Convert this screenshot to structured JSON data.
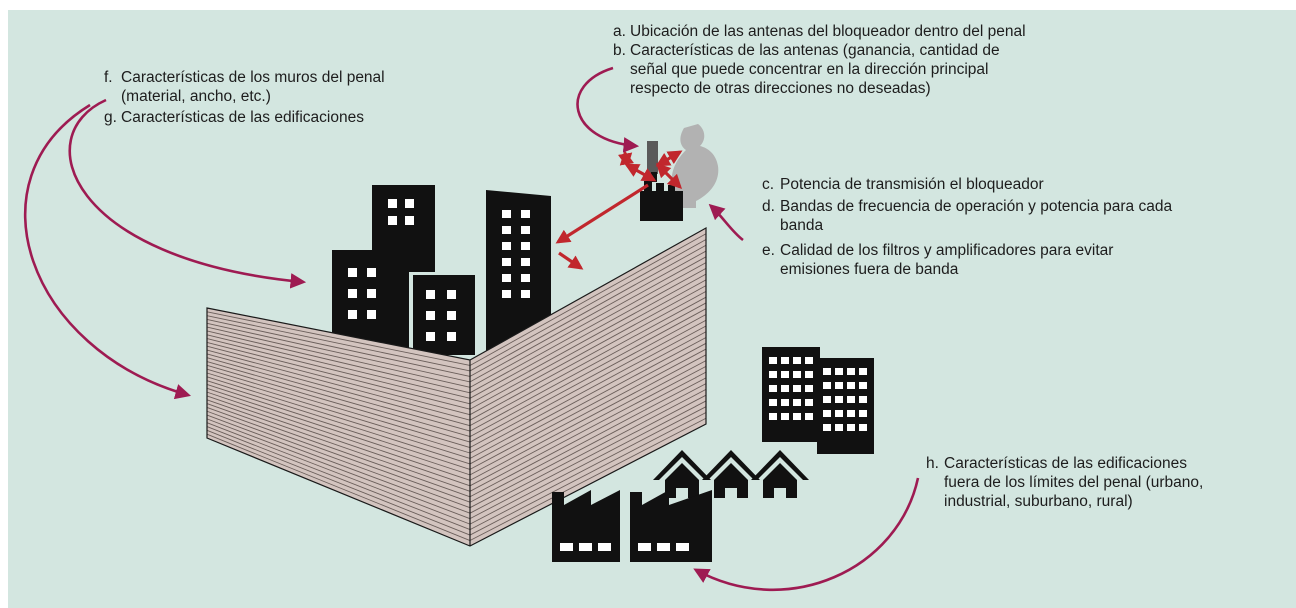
{
  "colors": {
    "background": "#d3e6e0",
    "silhouette": "#111111",
    "wall_face": "#d3c4bf",
    "wall_lines": "#6b5f5b",
    "arrow_crimson": "#9e1b52",
    "signal_red": "#c1272d",
    "ghost_gray": "#b2b2b2"
  },
  "labels": {
    "a": {
      "marker": "a.",
      "text": "Ubicación de las antenas del bloqueador dentro del penal"
    },
    "b": {
      "marker": "b.",
      "text": "Características de las antenas (ganancia, cantidad de\nseñal que puede concentrar en la dirección principal\nrespecto de otras direcciones no deseadas)"
    },
    "c": {
      "marker": "c.",
      "text": "Potencia de transmisión el bloqueador"
    },
    "d": {
      "marker": "d.",
      "text": "Bandas de frecuencia de operación y potencia para cada\nbanda"
    },
    "e": {
      "marker": "e.",
      "text": "Calidad de los filtros y amplificadores para evitar\nemisiones fuera de banda"
    },
    "f": {
      "marker": "f.",
      "text": "Características de los muros del penal\n(material, ancho, etc.)"
    },
    "g": {
      "marker": "g.",
      "text": "Características de las edificaciones"
    },
    "h": {
      "marker": "h.",
      "text": "Características de las edificaciones\nfuera de los límites del penal (urbano,\nindustrial, suburbano, rural)"
    }
  },
  "icons": {
    "jammer": "jammer-transmitter-icon",
    "antenna": "antenna-icon",
    "prison_wall": "prison-wall-icon",
    "building": "building-icon",
    "house": "house-icon",
    "factory": "factory-icon"
  }
}
